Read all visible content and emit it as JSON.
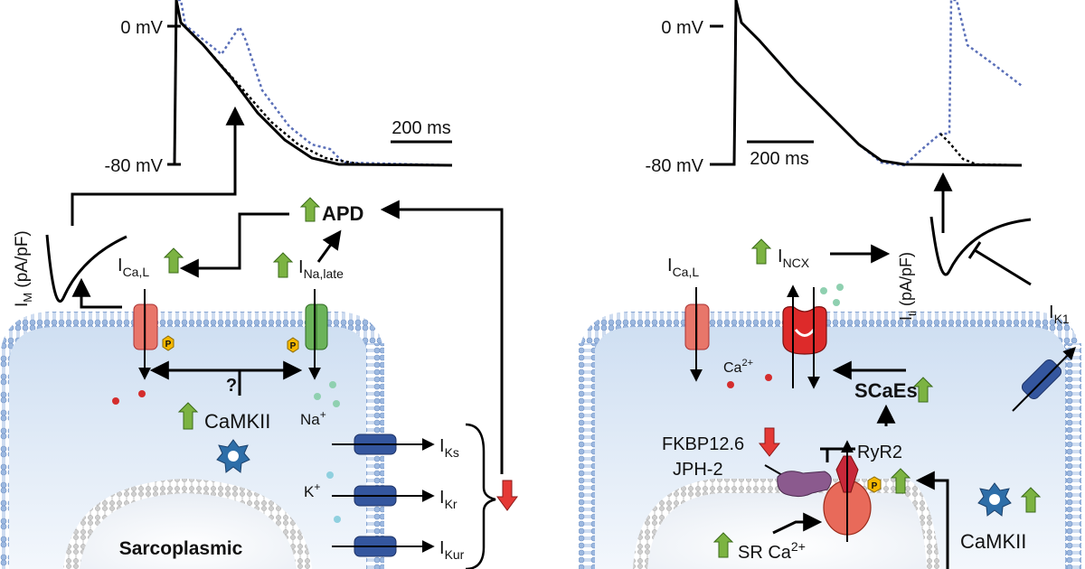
{
  "left_panel": {
    "trace": {
      "zero_label": "0 mV",
      "rest_label": "-80 mV",
      "scalebar_label": "200 ms"
    },
    "im_axis": {
      "main": "I",
      "sub": "M",
      "rest": " (pA/pF)"
    },
    "ica": {
      "main": "I",
      "sub": "Ca,L"
    },
    "ina": {
      "main": "I",
      "sub": "Na,late"
    },
    "apd": "APD",
    "unknown": "?",
    "camkii": "CaMKII",
    "na_ion": {
      "main": "Na",
      "sup": "+"
    },
    "k_ion": {
      "main": "K",
      "sup": "+"
    },
    "iks": {
      "main": "I",
      "sub": "Ks"
    },
    "ikr": {
      "main": "I",
      "sub": "Kr"
    },
    "ikur": {
      "main": "I",
      "sub": "Kur"
    },
    "sr_label": "Sarcoplasmic",
    "phospho": "P"
  },
  "right_panel": {
    "trace": {
      "zero_label": "0 mV",
      "rest_label": "-80 mV",
      "scalebar_label": "200 ms"
    },
    "iti_axis": {
      "main": "I",
      "sub": "ti",
      "rest": " (pA/pF)"
    },
    "ica": {
      "main": "I",
      "sub": "Ca,L"
    },
    "incx": {
      "main": "I",
      "sub": "NCX"
    },
    "ik1": {
      "main": "I",
      "sub": "K1"
    },
    "ca_ion": {
      "main": "Ca",
      "sup": "2+"
    },
    "scaes": "SCaEs",
    "fkbp": "FKBP12.6",
    "jph": "JPH-2",
    "ryr2": "RyR2",
    "sr_ca": {
      "main": "SR Ca",
      "sup": "2+"
    },
    "camkii": "CaMKII",
    "phospho": "P"
  },
  "colors": {
    "up_arrow": "#7cb342",
    "down_arrow": "#e53935",
    "membrane": "#8fb0dc",
    "cytosol": "#dde8f5",
    "trace_black": "#000000",
    "trace_dotted": "#5a6fb8",
    "ltcc": "#e8766a",
    "nav": "#6bb35a",
    "k_channel": "#34569e",
    "ncx": "#dd2a2a",
    "ryr": "#e86a5a",
    "jph": "#8b5a8e",
    "camkii": "#2e6ea8",
    "phospho": "#f5b700"
  }
}
